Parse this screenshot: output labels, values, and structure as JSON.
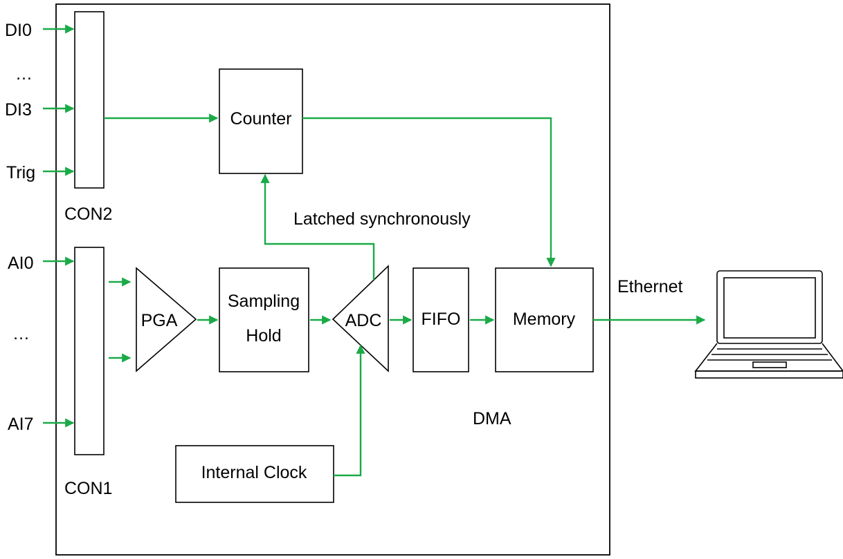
{
  "colors": {
    "wire": "#1aaa47",
    "outline": "#000000",
    "background": "#ffffff"
  },
  "inputs": {
    "di0": "DI0",
    "di_ellipsis": "…",
    "di3": "DI3",
    "trig": "Trig",
    "ai0": "AI0",
    "ai_ellipsis": "…",
    "ai7": "AI7"
  },
  "connectors": {
    "con2": "CON2",
    "con1": "CON1"
  },
  "blocks": {
    "counter": "Counter",
    "pga": "PGA",
    "sampling_line1": "Sampling",
    "sampling_line2": "Hold",
    "adc": "ADC",
    "fifo": "FIFO",
    "memory": "Memory",
    "internal_clock": "Internal Clock"
  },
  "annotations": {
    "latched": "Latched synchronously",
    "dma": "DMA",
    "ethernet": "Ethernet"
  },
  "icons": {
    "computer": "laptop-icon"
  }
}
